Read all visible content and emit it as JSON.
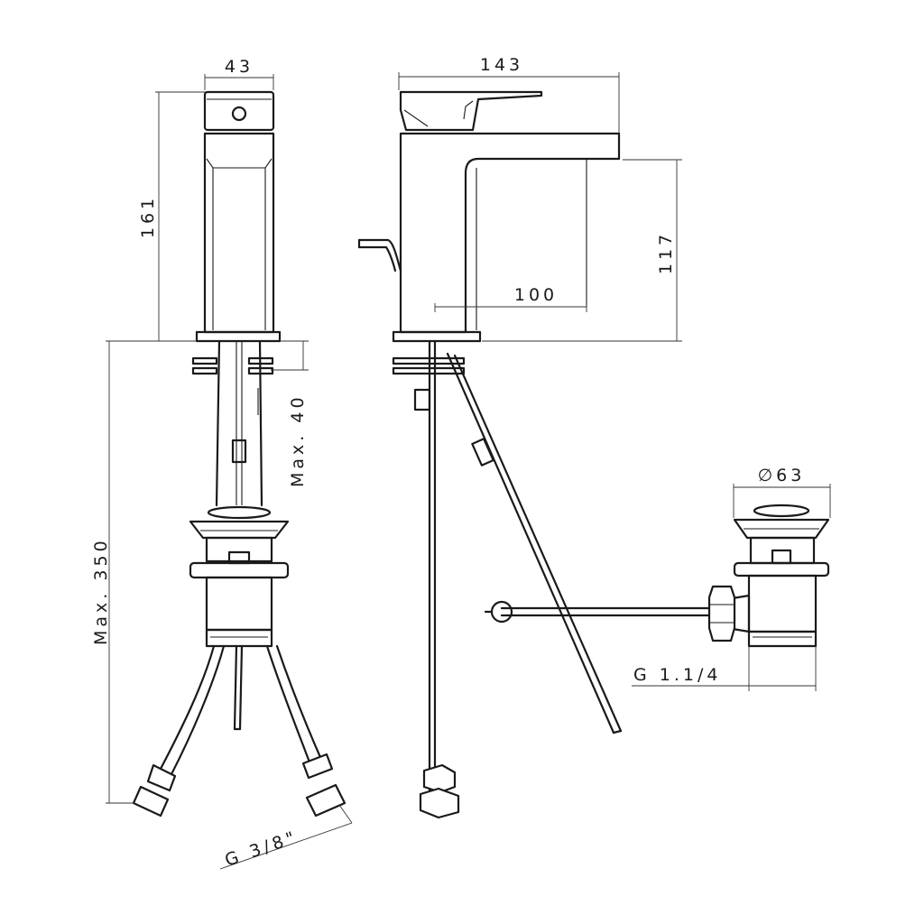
{
  "dimensions": {
    "width_top": "43",
    "height_body": "161",
    "max_40": "Max. 40",
    "max_350": "Max. 350",
    "thread_hose": "G 3/8\"",
    "length_total": "143",
    "spout_reach": "100",
    "spout_height": "117",
    "waste_diameter": "∅63",
    "thread_waste": "G 1.1/4"
  }
}
